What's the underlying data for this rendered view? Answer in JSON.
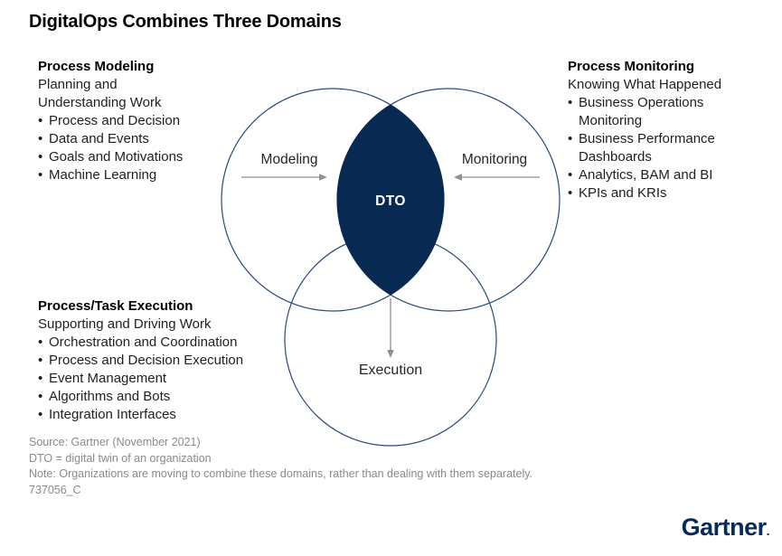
{
  "title": "DigitalOps Combines Three Domains",
  "blocks": {
    "modeling": {
      "heading": "Process Modeling",
      "subtitle_lines": [
        "Planning and",
        "Understanding Work"
      ],
      "bullets": [
        "Process and Decision",
        "Data and Events",
        "Goals and Motivations",
        "Machine Learning"
      ]
    },
    "monitoring": {
      "heading": "Process Monitoring",
      "subtitle": "Knowing What Happened",
      "bullets": [
        "Business Operations Monitoring",
        "Business Performance Dashboards",
        "Analytics, BAM and BI",
        "KPIs and KRIs"
      ]
    },
    "execution": {
      "heading": "Process/Task Execution",
      "subtitle": "Supporting and Driving Work",
      "bullets": [
        "Orchestration and Coordination",
        "Process and Decision Execution",
        "Event Management",
        "Algorithms and Bots",
        "Integration Interfaces"
      ]
    }
  },
  "venn": {
    "modeling_label": "Modeling",
    "monitoring_label": "Monitoring",
    "execution_label": "Execution",
    "center_label": "DTO"
  },
  "footer": {
    "source": "Source: Gartner (November 2021)",
    "dto_definition": "DTO = digital twin of an organization",
    "note": "Note: Organizations are moving to combine these domains, rather than dealing with them separately.",
    "figure_id": "737056_C"
  },
  "logo": {
    "text": "Gartner",
    "mark": "."
  },
  "colors": {
    "lens_navy": "#082a52",
    "circle_stroke": "#2a4a7c",
    "arrow_gray": "#909090",
    "footer_gray": "#8a8a8a",
    "logo_navy": "#052a5c",
    "text_black": "#000000"
  }
}
